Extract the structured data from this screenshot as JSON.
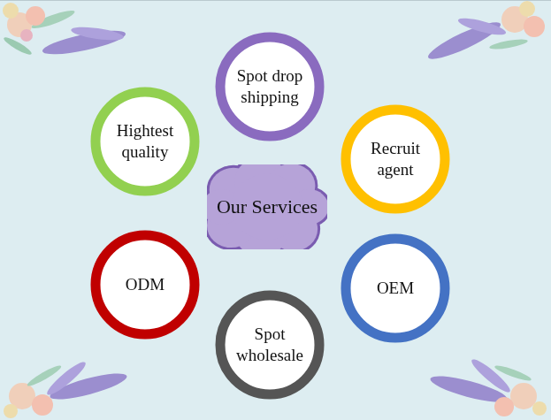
{
  "diagram": {
    "nodes": [
      {
        "text": [
          "Our Services"
        ]
      },
      {
        "text": [
          "Spot drop shipping"
        ]
      },
      {
        "text": [
          "Hightest quality"
        ]
      },
      {
        "text": [
          "Recruit agent"
        ]
      },
      {
        "text": [
          "ODM"
        ]
      },
      {
        "text": [
          "OEM"
        ]
      },
      {
        "text": [
          "Spot wholesale"
        ]
      }
    ]
  }
}
